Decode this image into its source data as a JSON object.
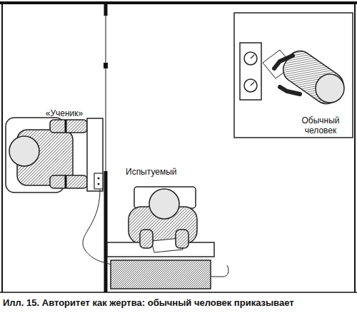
{
  "diagram": {
    "caption": "Илл. 15. Авторитет как жертва: обычный человек приказывает",
    "labels": [
      "«Ученик»",
      "Испытуемый",
      "Обычный человек"
    ]
  }
}
